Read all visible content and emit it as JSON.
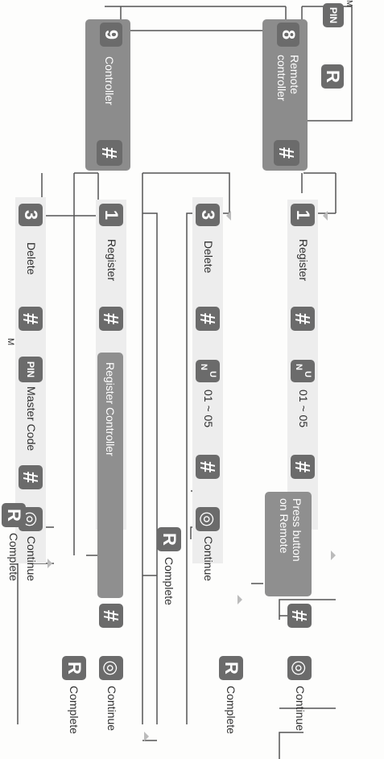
{
  "diagram": {
    "top": {
      "pin_label": "PIN",
      "pin_sup": "M",
      "r_label": "R"
    },
    "remote": {
      "num": "8",
      "title": "Remote controller",
      "hash": "#",
      "register": {
        "num": "1",
        "label": "Register",
        "hash": "#",
        "un_top": "U",
        "un_bottom": "N",
        "range": "01 ~ 05",
        "hash2": "#",
        "action": "Press button on Remote",
        "hash3": "#",
        "continue_label": "Continue",
        "r_label": "R",
        "complete_label": "Complete"
      },
      "delete": {
        "num": "3",
        "label": "Delete",
        "hash": "#",
        "un_top": "U",
        "un_bottom": "N",
        "range": "01 ~ 05",
        "hash2": "#",
        "continue_label": "Continue",
        "r_label": "R",
        "complete_label": "Complete"
      }
    },
    "controller": {
      "num": "9",
      "title": "Controller",
      "hash": "#",
      "register": {
        "num": "1",
        "label": "Register",
        "hash": "#",
        "action": "Register Controller",
        "hash2": "#",
        "continue_label": "Continue",
        "r_label": "R",
        "complete_label": "Complete"
      },
      "delete": {
        "num": "3",
        "label": "Delete",
        "hash": "#",
        "pin_label": "PIN",
        "pin_sup": "M",
        "master_code": "Master Code",
        "hash2": "#",
        "continue_label": "Continue",
        "r_label": "R",
        "complete_label": "Complete"
      }
    }
  }
}
